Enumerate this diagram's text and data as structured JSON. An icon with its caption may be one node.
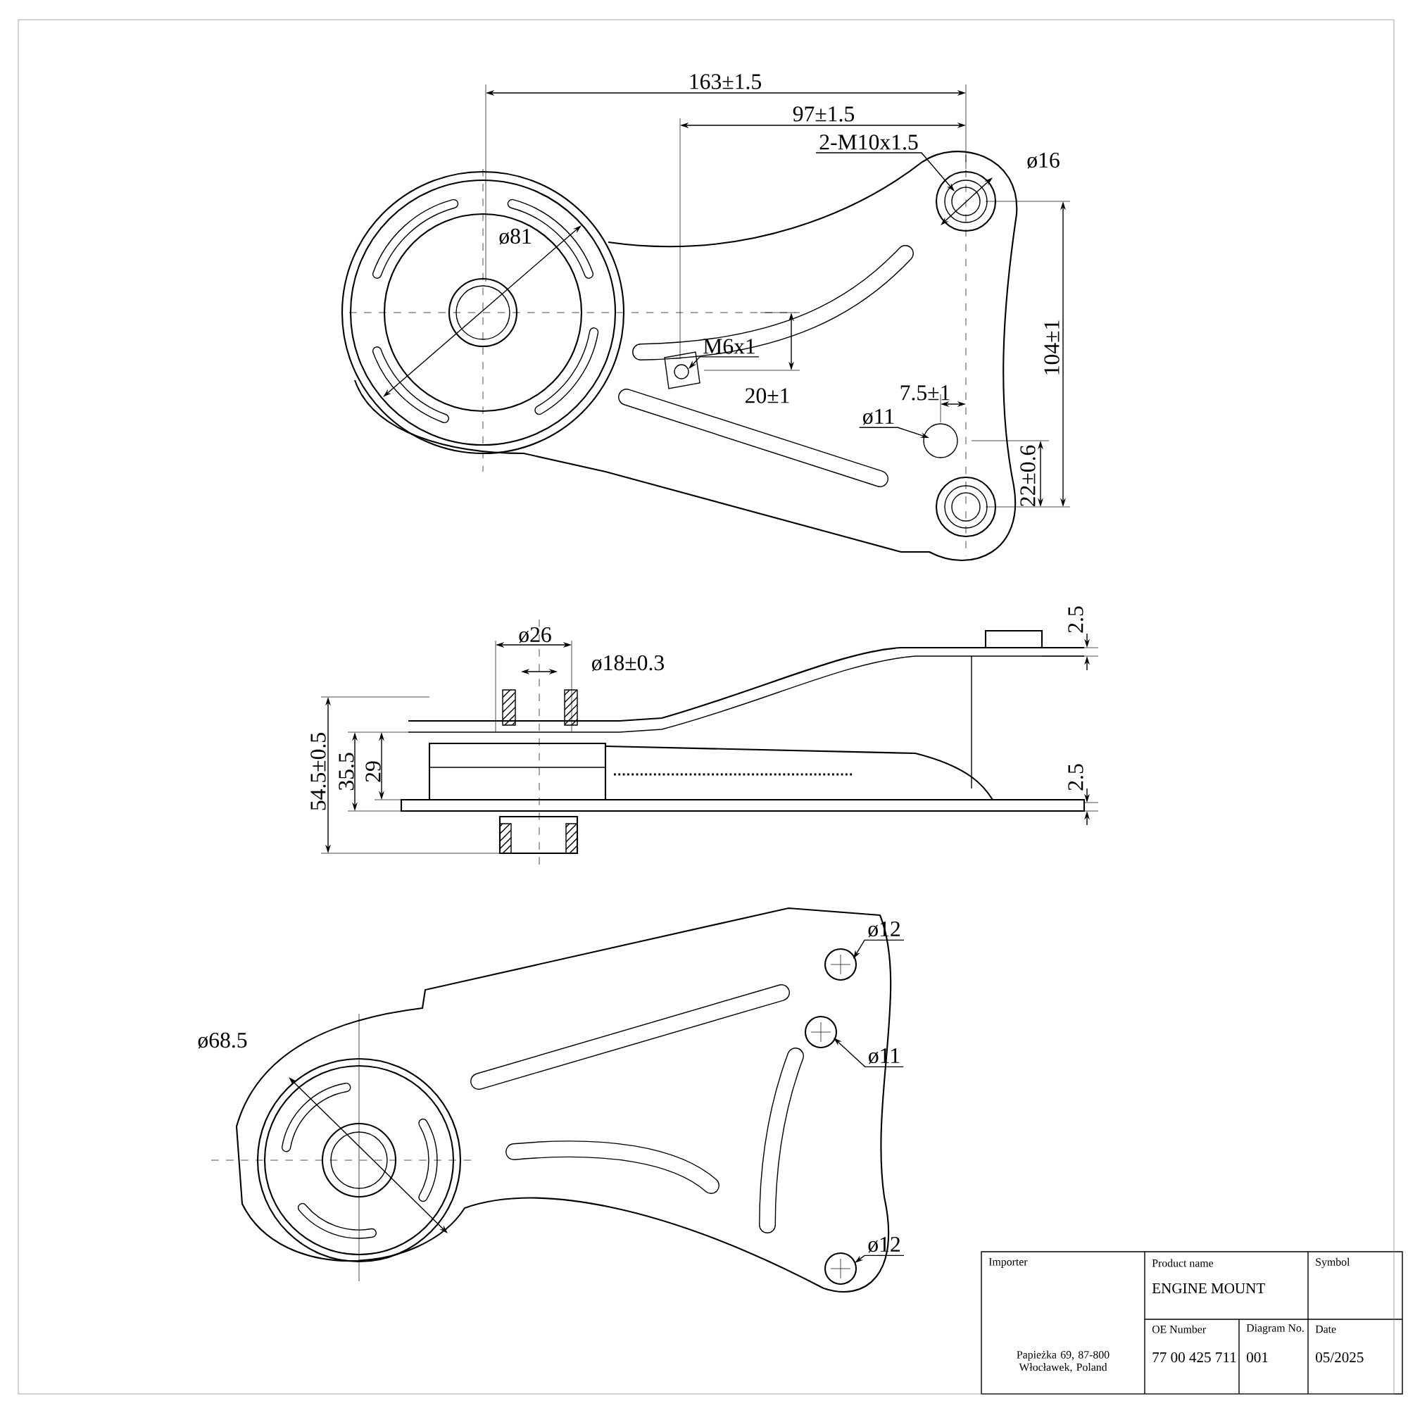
{
  "diagram": {
    "nodes": [
      {
        "text": [
          "2-M10x1.5"
        ]
      },
      {
        "text": [
          "M6x1"
        ]
      },
      {
        "text": [
          "ø11"
        ]
      },
      {
        "text": [
          "ø12"
        ]
      },
      {
        "text": [
          "ø11"
        ]
      },
      {
        "text": [
          "ø12"
        ]
      }
    ],
    "edges": [
      {
        "from": 0,
        "to": null,
        "arrow": "to"
      },
      {
        "from": 1,
        "to": null,
        "arrow": "to"
      },
      {
        "from": 2,
        "to": null,
        "arrow": "to"
      },
      {
        "from": 3,
        "to": null,
        "arrow": "to"
      },
      {
        "from": 4,
        "to": null,
        "arrow": "to"
      },
      {
        "from": 5,
        "to": null,
        "arrow": "to"
      }
    ],
    "labels": [
      "163±1.5",
      "97±1.5",
      "ø16",
      "ø81",
      "20±1",
      "7.5±1",
      "104±1",
      "22±0.6",
      "2.5",
      "ø26",
      "ø18±0.3",
      "54.5±0.5",
      "35.5",
      "29",
      "2.5",
      "ø68.5",
      "Importer",
      "Product name",
      "Symbol",
      "ENGINE MOUNT",
      "OE Number",
      "Diagram No.",
      "Date",
      "Papieżka 69, 87-800 Włocławek, Poland",
      "77 00 425 711",
      "001",
      "05/2025"
    ]
  }
}
